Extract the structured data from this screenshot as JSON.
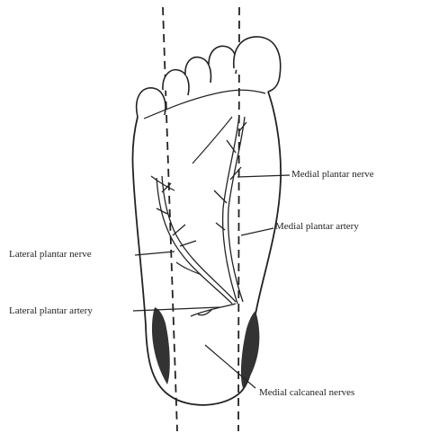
{
  "labels": {
    "medial_plantar_nerve": "Medial plantar nerve",
    "medial_plantar_artery": "Medial plantar artery",
    "lateral_plantar_nerve": "Lateral plantar nerve",
    "lateral_plantar_artery": "Lateral plantar artery",
    "medial_calcaneal_nerves": "Medial calcaneal nerves"
  },
  "colors": {
    "ink": "#222222",
    "shading": "#333333",
    "background": "#ffffff"
  }
}
